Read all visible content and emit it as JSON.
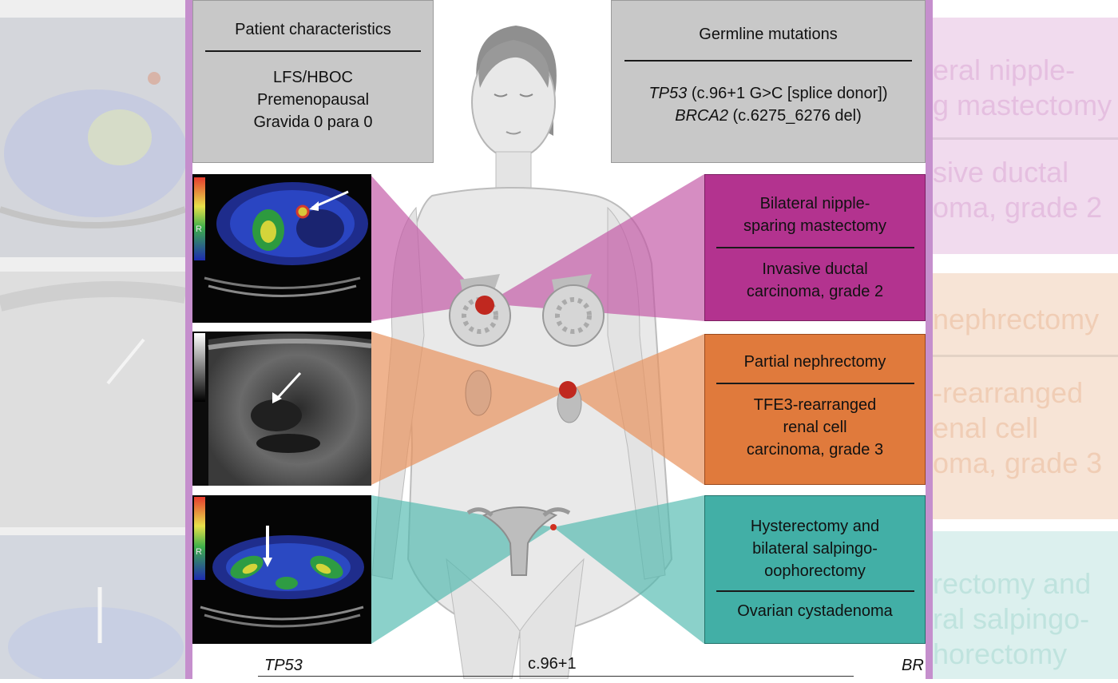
{
  "patient_box": {
    "title": "Patient characteristics",
    "lines": [
      "LFS/HBOC",
      "Premenopausal",
      "Gravida 0 para 0"
    ]
  },
  "germline_box": {
    "title": "Germline mutations",
    "gene1": "TP53",
    "gene1_variant": " (c.96+1 G>C [splice donor])",
    "gene2": "BRCA2",
    "gene2_variant": " (c.6275_6276 del)"
  },
  "procedures": [
    {
      "surgery": [
        "Bilateral nipple-",
        "sparing mastectomy"
      ],
      "pathology": [
        "Invasive ductal",
        "carcinoma, grade 2"
      ],
      "color": "#b3338f"
    },
    {
      "surgery": [
        "Partial nephrectomy"
      ],
      "pathology": [
        "TFE3-rearranged",
        "renal cell",
        "carcinoma, grade 3"
      ],
      "color": "#e07a3c"
    },
    {
      "surgery": [
        "Hysterectomy and",
        "bilateral salpingo-",
        "oophorectomy"
      ],
      "pathology": [
        "Ovarian cystadenoma"
      ],
      "color": "#42afa6"
    }
  ],
  "scan_scale_label": "R",
  "footer": {
    "gene": "TP53",
    "variant": "c.96+1",
    "right_gene": "BR"
  },
  "background_ghost_text": {
    "pink": [
      "eral nipple-",
      "g mastectomy",
      "sive ductal",
      "oma, grade 2"
    ],
    "orange": [
      "nephrectomy",
      "-rearranged",
      "enal cell",
      "oma, grade 3"
    ],
    "teal": [
      "rectomy and",
      "ral salpingo-",
      "horectomy"
    ]
  }
}
